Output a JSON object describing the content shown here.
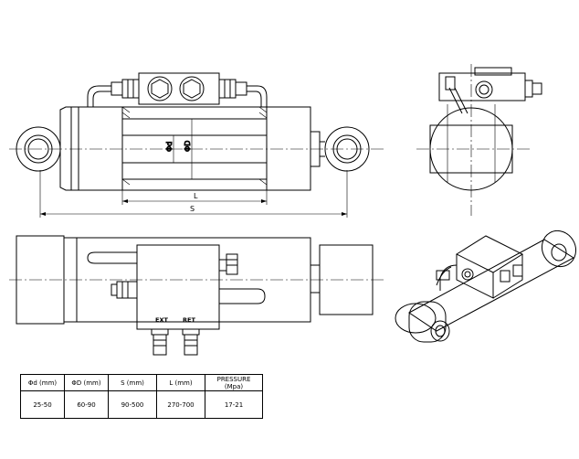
{
  "dimensions": {
    "small_dia": "Φd",
    "large_dia": "ΦD",
    "length": "L",
    "stroke": "S"
  },
  "ports": {
    "ext": "EXT",
    "ret": "RET"
  },
  "spec_table": {
    "headers": [
      "Φd (mm)",
      "ΦD (mm)",
      "S (mm)",
      "L (mm)",
      "PRESSURE (Mpa)"
    ],
    "rows": [
      [
        "25-50",
        "60-90",
        "90-500",
        "270-700",
        "17-21"
      ]
    ]
  }
}
